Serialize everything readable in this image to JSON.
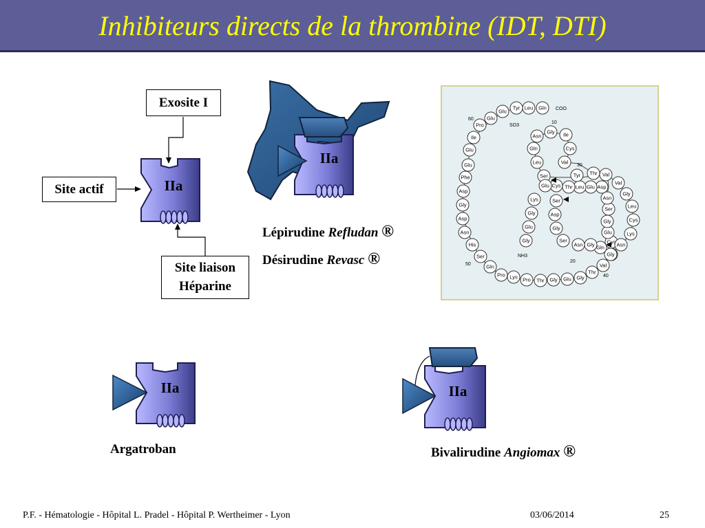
{
  "slide": {
    "title": "Inhibiteurs directs de la thrombine (IDT, DTI)",
    "footer_left": "P.F. - Hématologie - Hôpital L. Pradel - Hôpital P. Wertheimer - Lyon",
    "footer_date": "03/06/2014",
    "footer_page": "25"
  },
  "thrombin_label": "IIa",
  "labels": {
    "exosite": "Exosite I",
    "active_site": "Site actif",
    "heparin_site_line1": "Site liaison",
    "heparin_site_line2": "Héparine"
  },
  "drugs": {
    "lepirudin_name": "Lépirudine",
    "lepirudin_brand": "Refludan",
    "desirudin_name": "Désirudine",
    "desirudin_brand": "Revasc",
    "registered_mark": "®",
    "argatroban": "Argatroban",
    "bivalirudin_name": "Bivalirudine",
    "bivalirudin_brand": "Angiomax"
  },
  "peptide": {
    "tail_label": "COO",
    "so3_label": "SO3",
    "nh3_label": "NH3",
    "numbers": [
      "60",
      "10",
      "30",
      "50",
      "20",
      "40"
    ],
    "residues": [
      "Tyr",
      "Leu",
      "Gln",
      "Glu",
      "Glu",
      "Pro",
      "Ile",
      "Glu",
      "Glu",
      "Phe",
      "Asp",
      "Gly",
      "Asp",
      "Asn",
      "His",
      "Ser",
      "Gln",
      "Pro",
      "Lys",
      "Pro",
      "Thr",
      "Gly",
      "Glu",
      "Gly",
      "Thr",
      "Val",
      "Cys",
      "Cys",
      "Glu",
      "Gly",
      "Ser",
      "Asn",
      "Asp",
      "Glu",
      "Leu",
      "Thr",
      "Cys",
      "Ser",
      "Leu",
      "Gln",
      "Asn",
      "Gly",
      "Ile",
      "Cys",
      "Val",
      "Tyr",
      "Thr",
      "Val",
      "Val",
      "Gly",
      "Leu",
      "Cys",
      "Lys",
      "Asn",
      "Gly",
      "Gln",
      "Gly",
      "Asn",
      "Ser",
      "Gly",
      "Asp",
      "Ser",
      "Glu",
      "Lys",
      "Gly",
      "Glu",
      "Gly"
    ]
  }
}
